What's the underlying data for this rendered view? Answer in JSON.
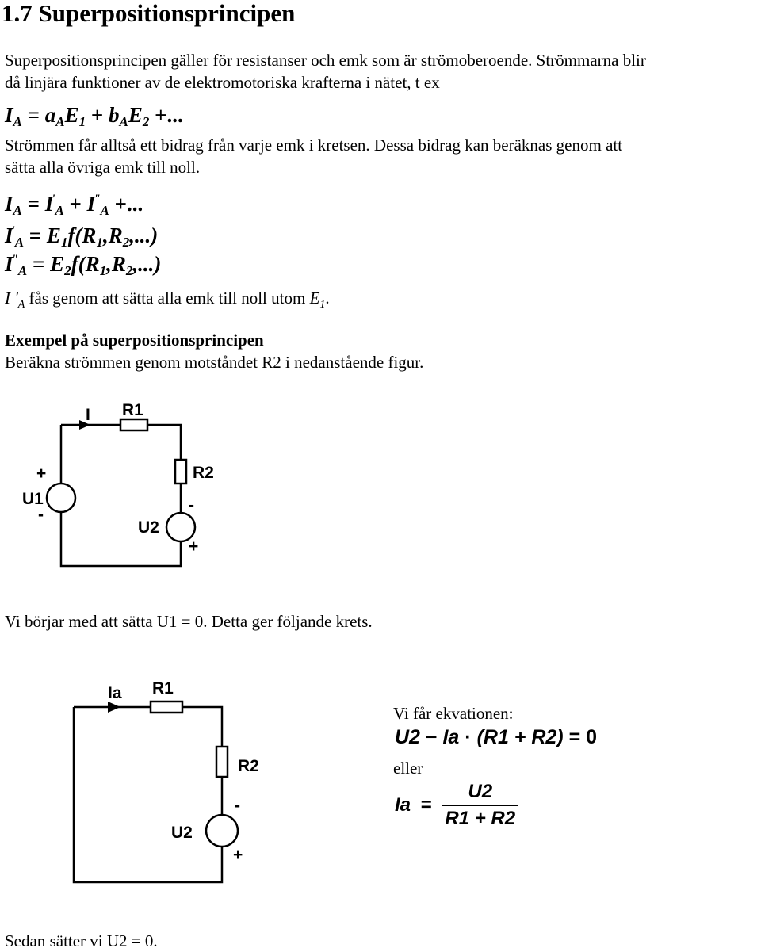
{
  "title": "1.7 Superpositionsprincipen",
  "intro": {
    "line1": "Superpositionsprincipen gäller för resistanser och emk som är strömoberoende. Strömmarna blir",
    "line2": "då linjära funktioner av de elektromotoriska krafterna i nätet, t ex"
  },
  "eq1": {
    "lhs": "I",
    "lhs_sub": "A",
    "eq": "=",
    "a": "a",
    "a_sub": "A",
    "e1": "E",
    "e1_sub": "1",
    "plus": "+",
    "b": "b",
    "b_sub": "A",
    "e2": "E",
    "e2_sub": "2",
    "tail": "+..."
  },
  "para2": {
    "line1": "Strömmen får alltså ett bidrag från varje emk i kretsen. Dessa bidrag kan beräknas genom att",
    "line2": "sätta alla övriga emk till noll."
  },
  "eq_block": {
    "row1": {
      "lhs": "I",
      "sub": "A",
      "rhs1": "I",
      "rhs1_sub": "A",
      "prime": "'",
      "rhs2": "I",
      "rhs2_sup": "\"",
      "rhs2_sub": "A",
      "tail": "+..."
    },
    "row2": {
      "lhs": "I",
      "prime": "'",
      "sub": "A",
      "rhs": "E",
      "rhs_sub": "1",
      "func": "f(R",
      "r1_sub": "1",
      "comma": ",R",
      "r2_sub": "2",
      "end": ",...)"
    },
    "row3": {
      "lhs": "I",
      "sup": "\"",
      "sub": "A",
      "rhs": "E",
      "rhs_sub": "2",
      "func": "f(R",
      "r1_sub": "1",
      "comma": ",R",
      "r2_sub": "2",
      "end": ",...)"
    }
  },
  "note": {
    "i": "I '",
    "i_sub": "A",
    "text": " fås genom att sätta alla emk till noll utom ",
    "e": "E",
    "e_sub": "1",
    "end": "."
  },
  "example": {
    "heading": "Exempel på superpositionsprincipen",
    "task": "Beräkna strömmen genom motståndet R2 i nedanstående figur."
  },
  "circuit1": {
    "current": "I",
    "r1": "R1",
    "r2": "R2",
    "u1": "U1",
    "u2": "U2",
    "u1_plus": "+",
    "u1_minus": "-",
    "u2_minus": "-",
    "u2_plus": "+"
  },
  "step1": "Vi börjar med att sätta U1 = 0. Detta ger följande krets.",
  "circuit2": {
    "current": "Ia",
    "r1": "R1",
    "r2": "R2",
    "u2": "U2",
    "u2_minus": "-",
    "u2_plus": "+"
  },
  "result": {
    "intro": "Vi får ekvationen:",
    "eq_a": {
      "u2": "U2",
      "minus": "−",
      "ia": "Ia",
      "dot": "·",
      "paren": "(R1 + R2)",
      "eq": "= 0"
    },
    "or": "eller",
    "eq_b": {
      "ia": "Ia",
      "eq": "=",
      "num": "U2",
      "den": "R1 + R2"
    }
  },
  "step2": "Sedan sätter vi U2 = 0."
}
